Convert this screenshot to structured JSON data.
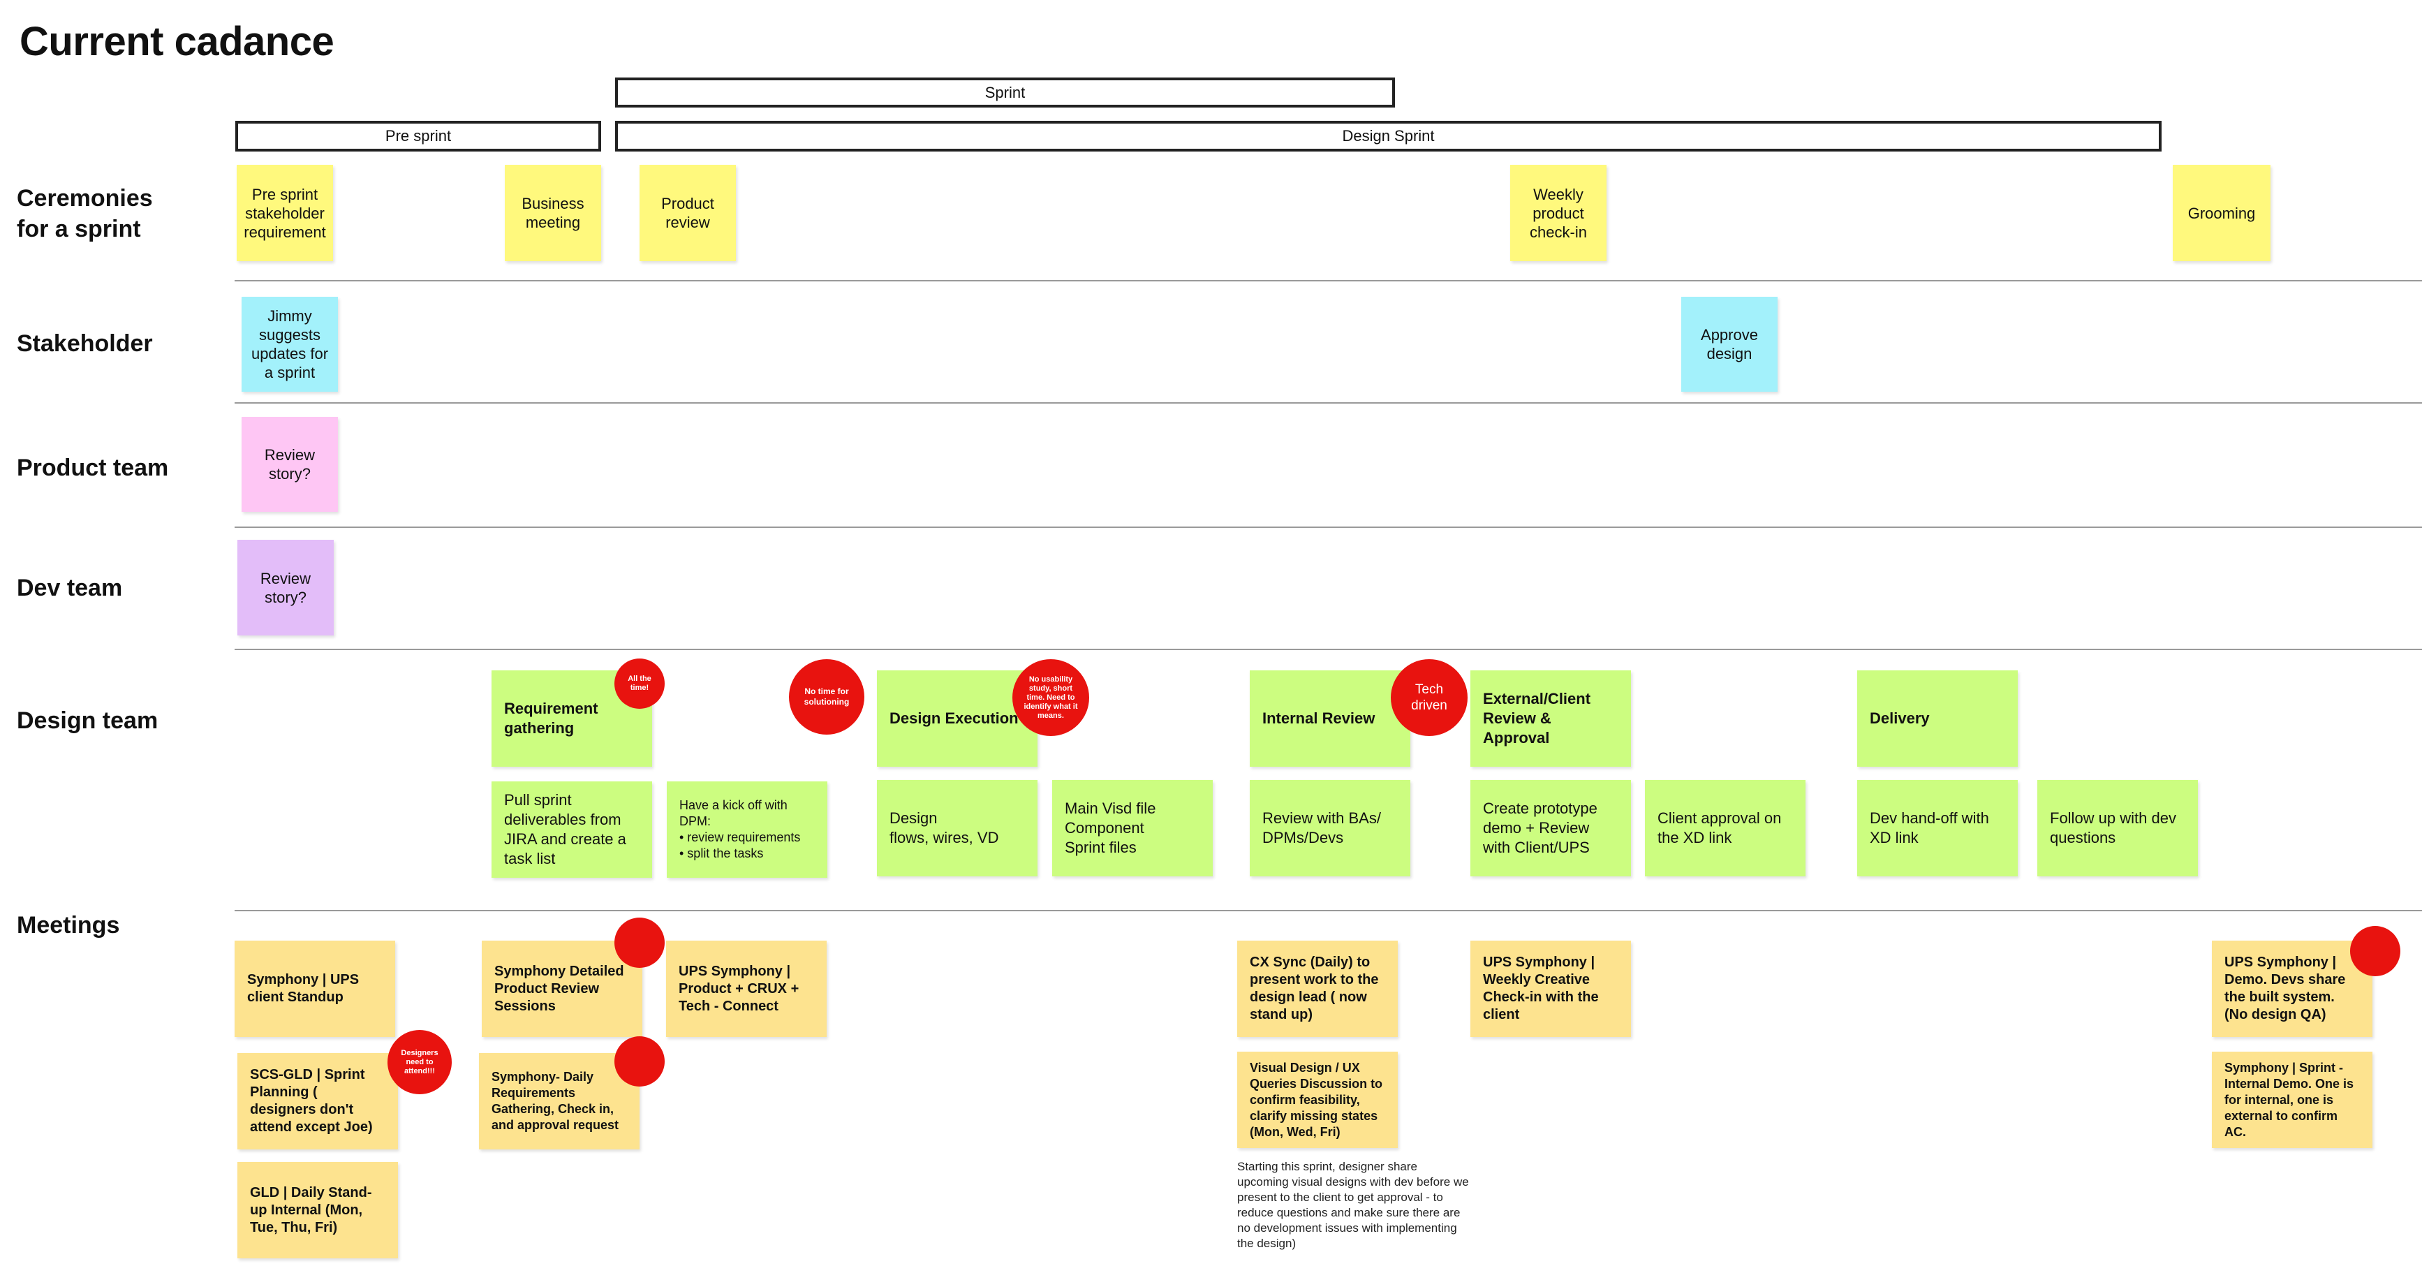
{
  "title": "Current cadance",
  "brackets": {
    "sprint": "Sprint",
    "pre_sprint": "Pre sprint",
    "design_sprint": "Design Sprint"
  },
  "rows": {
    "ceremonies": "Ceremonies\nfor a sprint",
    "stakeholder": "Stakeholder",
    "product_team": "Product team",
    "dev_team": "Dev team",
    "design_team": "Design team",
    "meetings": "Meetings"
  },
  "ceremonies": {
    "pre_sprint": "Pre sprint stakeholder requirement",
    "business": "Business meeting",
    "product_review": "Product review",
    "weekly": "Weekly product check-in",
    "grooming": "Grooming"
  },
  "stakeholder": {
    "jimmy": "Jimmy suggests updates for a sprint",
    "approve": "Approve design"
  },
  "product_team": {
    "review": "Review story?"
  },
  "dev_team": {
    "review": "Review story?"
  },
  "design": {
    "req_gathering": "Requirement gathering",
    "design_execution": "Design Execution",
    "internal_review": "Internal Review",
    "external_review": "External/Client Review & Approval",
    "delivery": "Delivery",
    "pull_sprint": "Pull sprint deliverables from JIRA and create a task list",
    "kickoff": "Have a kick off with DPM:\n• review requirements\n• split the tasks",
    "design_flows": "Design\nflows, wires, VD",
    "main_visd": "Main Visd file\nComponent\nSprint files",
    "review_bas": "Review with BAs/\nDPMs/Devs",
    "create_proto": "Create prototype demo + Review with Client/UPS",
    "client_approval": "Client approval on the XD link",
    "dev_handoff": "Dev hand-off with XD link",
    "follow_up": "Follow up with dev questions"
  },
  "dots": {
    "all_time": "All the time!",
    "no_time": "No time for solutioning",
    "no_usability": "No usability study, short time. Need to identify what it means.",
    "tech_driven": "Tech driven",
    "designers_attend": "Designers need to attend!!!"
  },
  "meetings": {
    "client_standup": "Symphony | UPS client Standup",
    "sprint_planning": "SCS-GLD | Sprint Planning ( designers don't attend except Joe)",
    "daily_standup": "GLD | Daily Stand-up Internal (Mon, Tue, Thu, Fri)",
    "detailed_review": "Symphony Detailed Product Review Sessions",
    "daily_requirements": "Symphony- Daily Requirements Gathering, Check in, and approval request",
    "crux_connect": "UPS Symphony | Product + CRUX + Tech - Connect",
    "cx_sync": "CX Sync (Daily) to present work to the design lead ( now stand up)",
    "visual_design": "Visual Design / UX Queries Discussion to confirm feasibility, clarify missing states (Mon, Wed, Fri)",
    "weekly_creative": "UPS Symphony | Weekly Creative Check-in with the client",
    "demo": "UPS Symphony | Demo. Devs share the built system. (No design QA)",
    "internal_demo": "Symphony | Sprint - Internal Demo. One is for internal, one is external to confirm AC.",
    "starting_text": "Starting this sprint, designer share upcoming visual designs with dev before we present to the client to get approval - to reduce questions and make sure there are no development issues with implementing the design)"
  }
}
